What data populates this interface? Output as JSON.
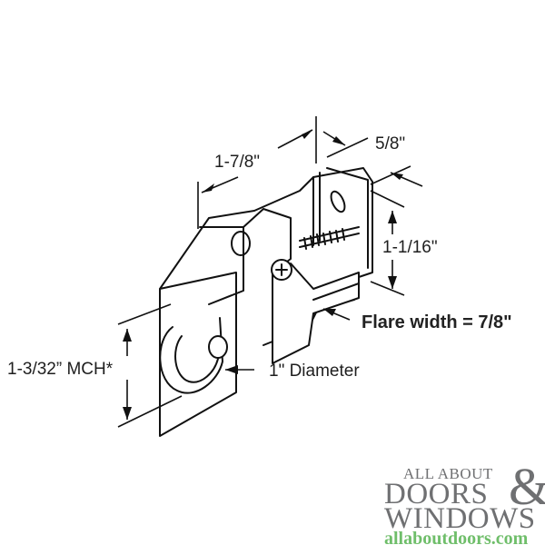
{
  "diagram": {
    "subject": "sliding door roller assembly",
    "dimensions": {
      "length": "1-7/8\"",
      "width": "5/8\"",
      "height": "1-1/16\"",
      "flare": "Flare width = 7/8\"",
      "mch": "1-3/32” MCH*",
      "wheel": "1\" Diameter"
    }
  },
  "logo": {
    "line1": "ALL ABOUT",
    "line2": "DOORS",
    "ampersand": "&",
    "line3": "WINDOWS",
    "url": "allaboutdoors.com",
    "colors": {
      "gray": "#6f7072",
      "green": "#6fbe6a"
    }
  }
}
